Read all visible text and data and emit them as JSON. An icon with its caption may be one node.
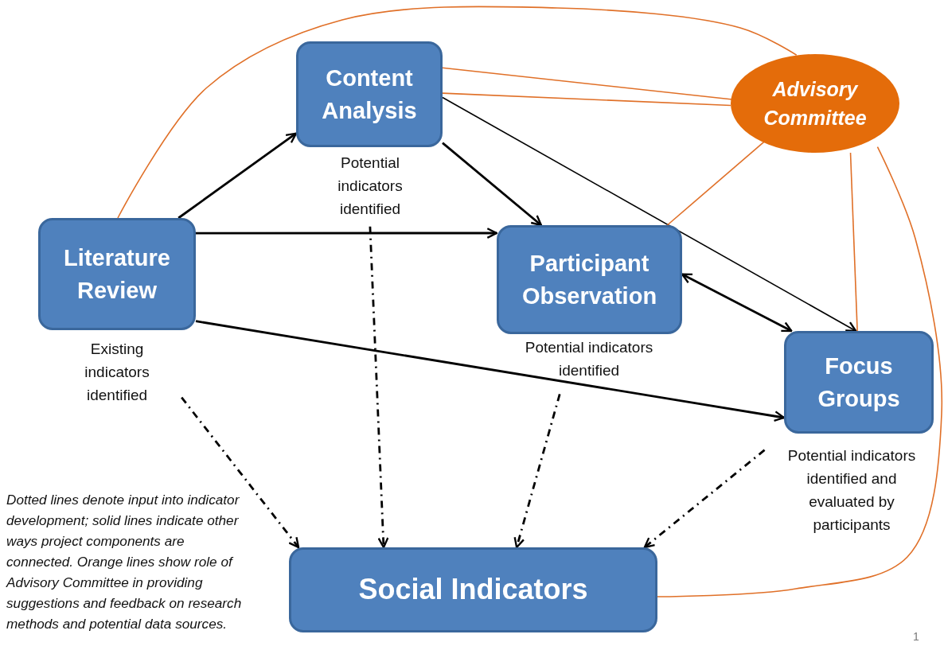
{
  "diagram": {
    "nodes": [
      {
        "text": [
          "Content Analysis"
        ],
        "beside": [
          "Potential indicators identified"
        ]
      },
      {
        "text": [
          "Advisory Committee"
        ]
      },
      {
        "text": [
          "Literature Review"
        ],
        "beside": [
          "Existing indicators identified"
        ]
      },
      {
        "text": [
          "Participant Observation"
        ],
        "beside": [
          "Potential indicators identified"
        ]
      },
      {
        "text": [
          "Focus Groups"
        ],
        "beside": [
          "Potential indicators identified and evaluated by participants"
        ]
      },
      {
        "text": [
          "Social Indicators"
        ]
      }
    ],
    "edges": [
      {
        "from": 2,
        "to": 0,
        "arrow": "to"
      },
      {
        "from": 0,
        "to": 3,
        "arrow": "to"
      },
      {
        "from": 2,
        "to": 3,
        "arrow": "to"
      },
      {
        "from": 0,
        "to": 4,
        "arrow": "to"
      },
      {
        "from": 3,
        "to": 4,
        "arrow": "both"
      },
      {
        "from": 2,
        "to": 4,
        "arrow": "to"
      },
      {
        "from": 2,
        "to": 5,
        "arrow": "to",
        "style": "dashed"
      },
      {
        "from": 0,
        "to": 5,
        "arrow": "to",
        "style": "dashed"
      },
      {
        "from": 3,
        "to": 5,
        "arrow": "to",
        "style": "dashed"
      },
      {
        "from": 4,
        "to": 5,
        "arrow": "to",
        "style": "dashed"
      },
      {
        "from": 2,
        "to": 1,
        "arrow": "none",
        "color": "#e07028"
      },
      {
        "from": 0,
        "to": 1,
        "arrow": "none",
        "color": "#e07028"
      },
      {
        "from": 0,
        "to": 1,
        "arrow": "none",
        "color": "#e07028"
      },
      {
        "from": 1,
        "to": 3,
        "arrow": "none",
        "color": "#e07028"
      },
      {
        "from": 1,
        "to": 4,
        "arrow": "none",
        "color": "#e07028"
      },
      {
        "from": 1,
        "to": 5,
        "arrow": "none",
        "color": "#e07028"
      }
    ],
    "labels": [
      "Dotted lines denote input into indicator development; solid lines indicate other ways project components are connected. Orange lines show role of Advisory Committee in providing suggestions and feedback on research methods and potential data sources.",
      "1"
    ]
  }
}
